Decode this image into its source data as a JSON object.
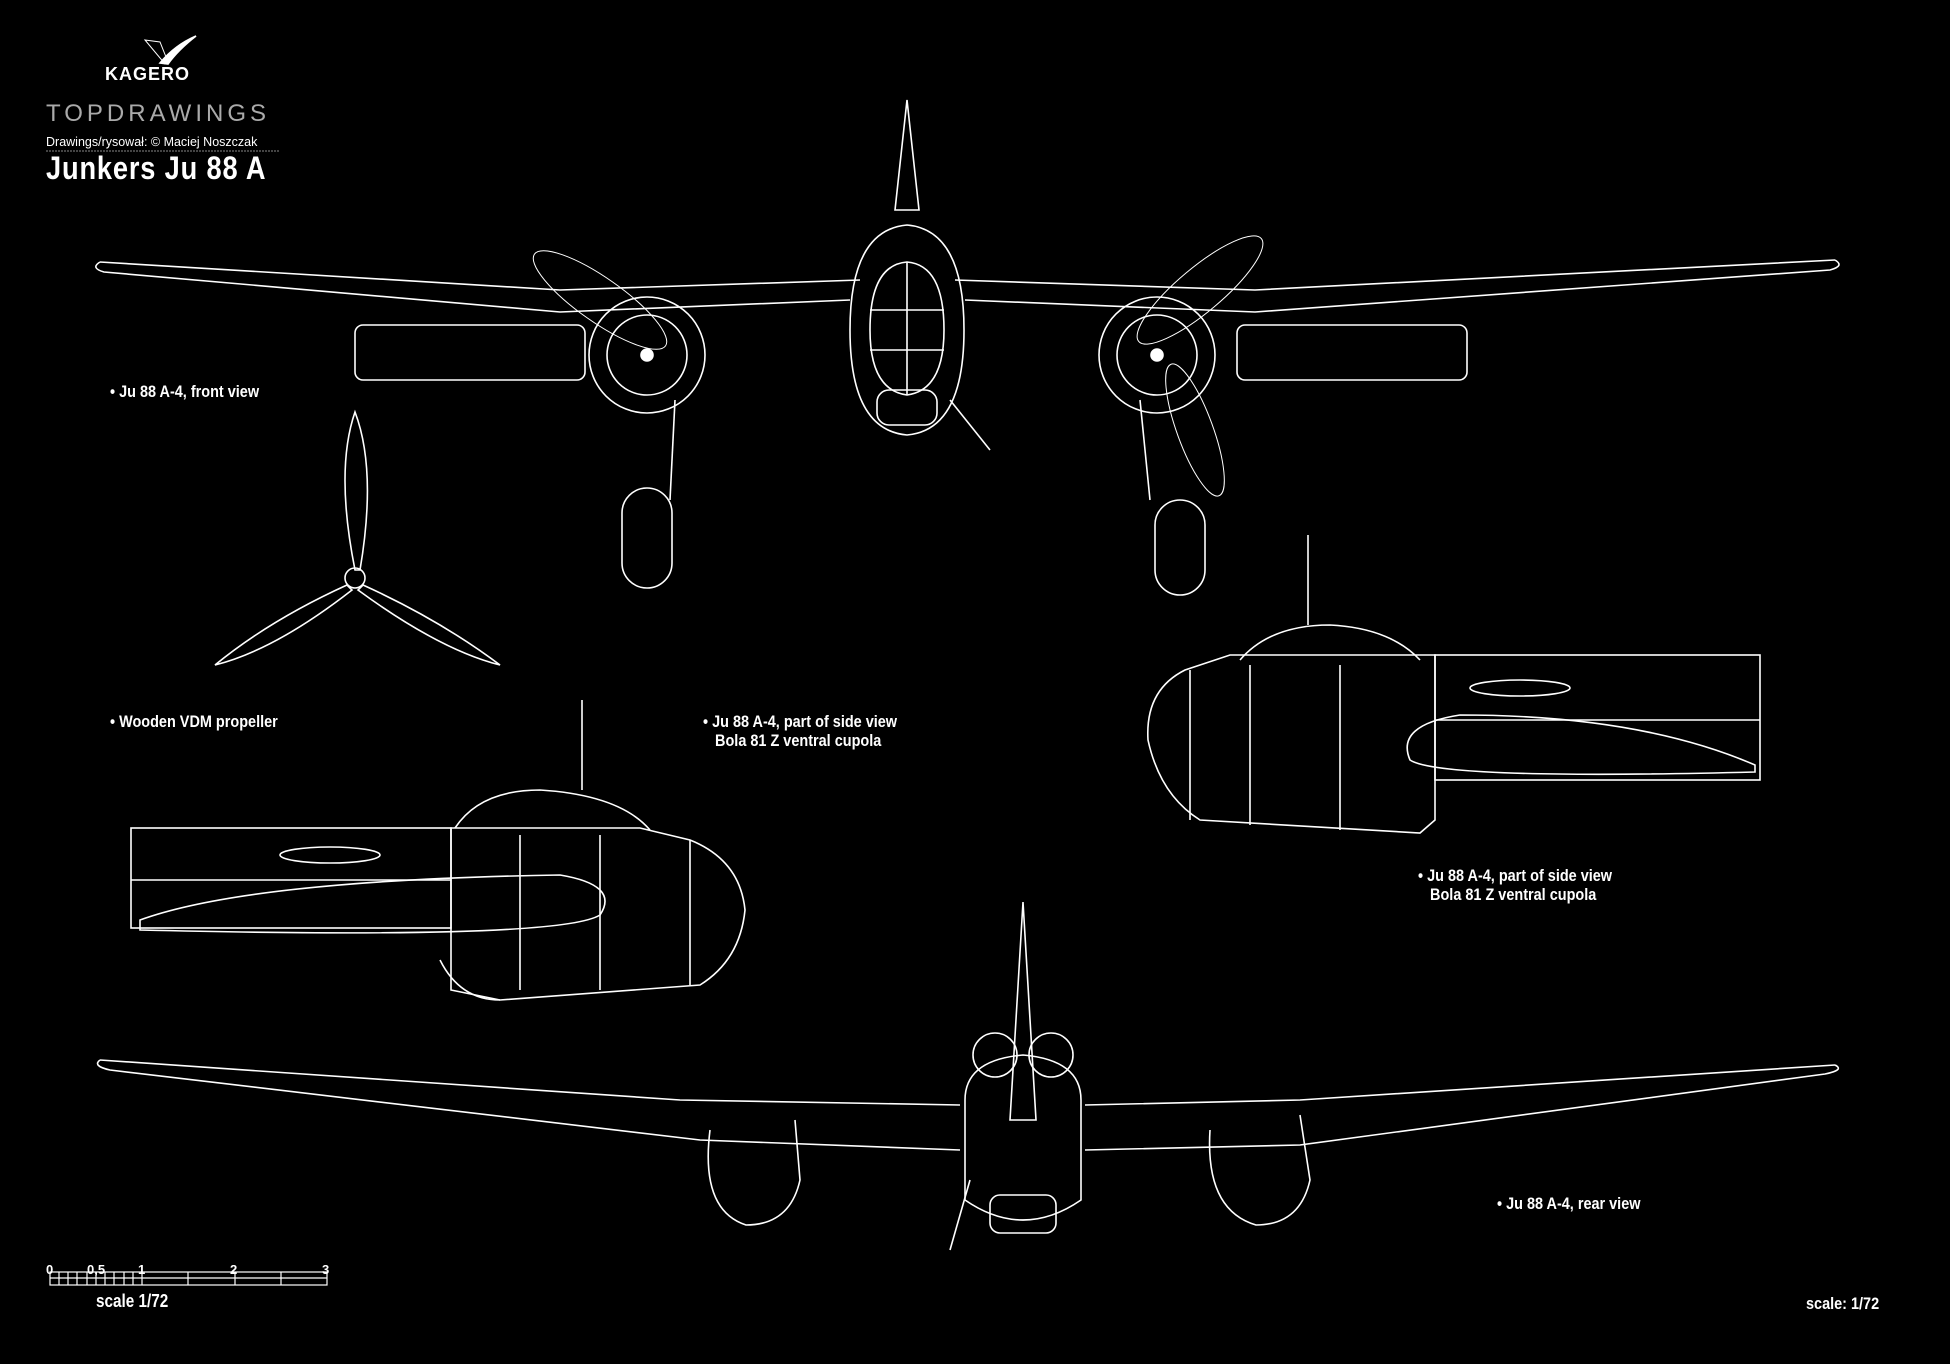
{
  "logo": {
    "publisher": "KAGERO",
    "series": "TOPDRAWINGS"
  },
  "credit": "Drawings/rysował: © Maciej Noszczak",
  "title": "Junkers Ju 88 A",
  "labels": {
    "front_view": "• Ju 88 A-4, front view",
    "propeller": "• Wooden VDM propeller",
    "side_view_left": "• Ju 88 A-4, part of side view\n   Bola 81 Z ventral cupola",
    "side_view_right": "• Ju 88 A-4, part of side view\n   Bola 81 Z ventral cupola",
    "rear_view": "• Ju 88 A-4, rear view"
  },
  "scale_bar": {
    "ticks": [
      "0",
      "0,5",
      "1",
      "2",
      "3"
    ],
    "label": "scale 1/72"
  },
  "scale_note": "scale: 1/72"
}
